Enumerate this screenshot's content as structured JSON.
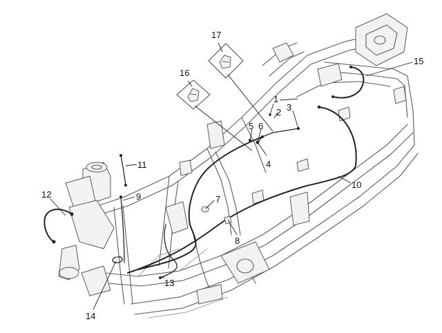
{
  "callouts": {
    "c1": "1",
    "c2": "2",
    "c3": "3",
    "c4": "4",
    "c5": "5",
    "c6": "6",
    "c7": "7",
    "c8": "8",
    "c9": "9",
    "c10": "10",
    "c11": "11",
    "c12": "12",
    "c13": "13",
    "c14": "14",
    "c15": "15",
    "c16": "16",
    "c17": "17"
  },
  "colors": {
    "line": "#222222",
    "frame": "#5a5a5a",
    "background": "#ffffff"
  }
}
